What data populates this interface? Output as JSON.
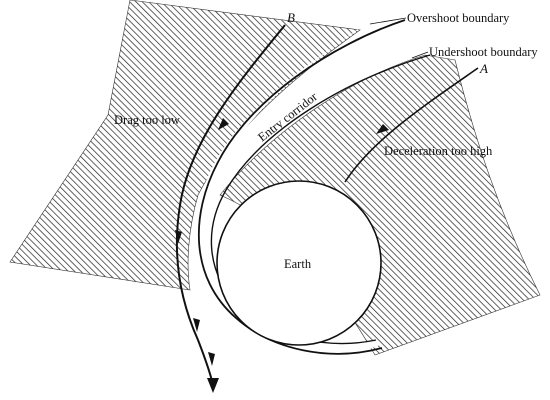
{
  "labels": {
    "overshoot": "Overshoot boundary",
    "undershoot": "Undershoot boundary",
    "drag": "Drag too low",
    "corridor": "Entry corridor",
    "decel": "Deceleration too high",
    "earth": "Earth",
    "point_a": "A",
    "point_b": "B"
  }
}
